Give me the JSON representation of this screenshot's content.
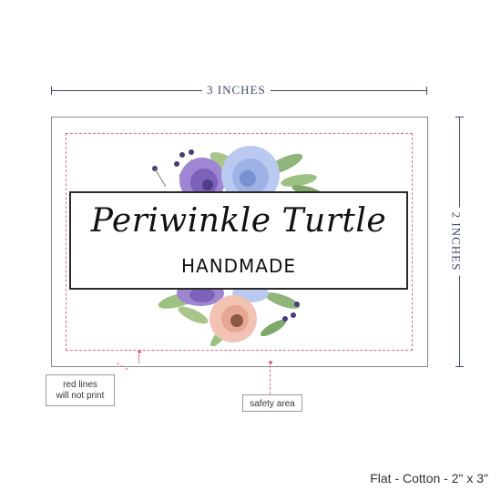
{
  "dimensions": {
    "width_label": "3 INCHES",
    "height_label": "2 INCHES"
  },
  "label": {
    "title": "Periwinkle Turtle",
    "subtitle": "HANDMADE"
  },
  "callouts": {
    "red_lines_line1": "red lines",
    "red_lines_line2": "will not print",
    "safety_area": "safety area"
  },
  "caption": "Flat - Cotton - 2\" x 3\"",
  "colors": {
    "dimension_line": "#3d4a6b",
    "safety_line": "#e06a8a",
    "border": "#2a2a2a"
  }
}
